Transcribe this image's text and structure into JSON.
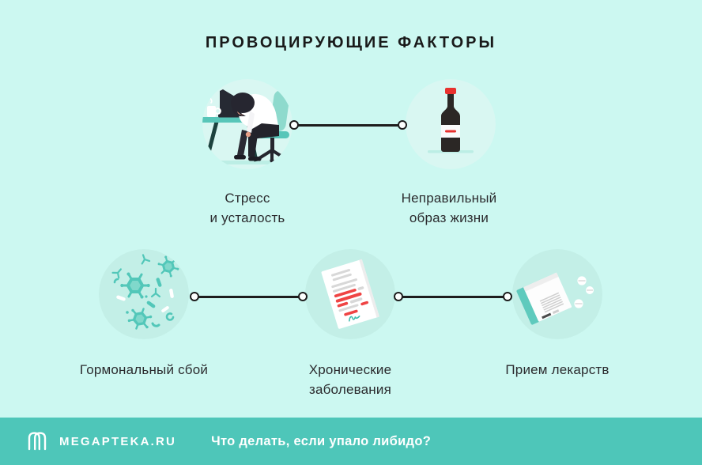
{
  "title": "ПРОВОЦИРУЮЩИЕ ФАКТОРЫ",
  "factors": [
    {
      "id": "stress",
      "icon": "tired-person-at-desk",
      "label_lines": [
        "Стресс",
        "и усталость"
      ]
    },
    {
      "id": "lifestyle",
      "icon": "alcohol-bottle",
      "label_lines": [
        "Неправильный",
        "образ жизни"
      ]
    },
    {
      "id": "hormonal",
      "icon": "viruses-bacteria",
      "label_lines": [
        "Гормональный сбой"
      ]
    },
    {
      "id": "chronic",
      "icon": "medical-report",
      "label_lines": [
        "Хронические",
        "заболевания"
      ]
    },
    {
      "id": "medication",
      "icon": "medicine-box-pills",
      "label_lines": [
        "Прием лекарств"
      ]
    }
  ],
  "footer": {
    "brand": "MEGAPTEKA.RU",
    "question": "Что делать, если упало либидо?",
    "logo": "megapteka-m-logo"
  },
  "colors": {
    "background": "#ccf8f1",
    "circle_light": "#d9f7f2",
    "circle_mint": "#c3efe7",
    "footer_teal": "#4ec6b9",
    "connector_black": "#1d1d1d",
    "text_dark": "#2b2b2e",
    "accent_red": "#e8312e",
    "illustration_teal": "#58c6b9",
    "white": "#ffffff"
  }
}
